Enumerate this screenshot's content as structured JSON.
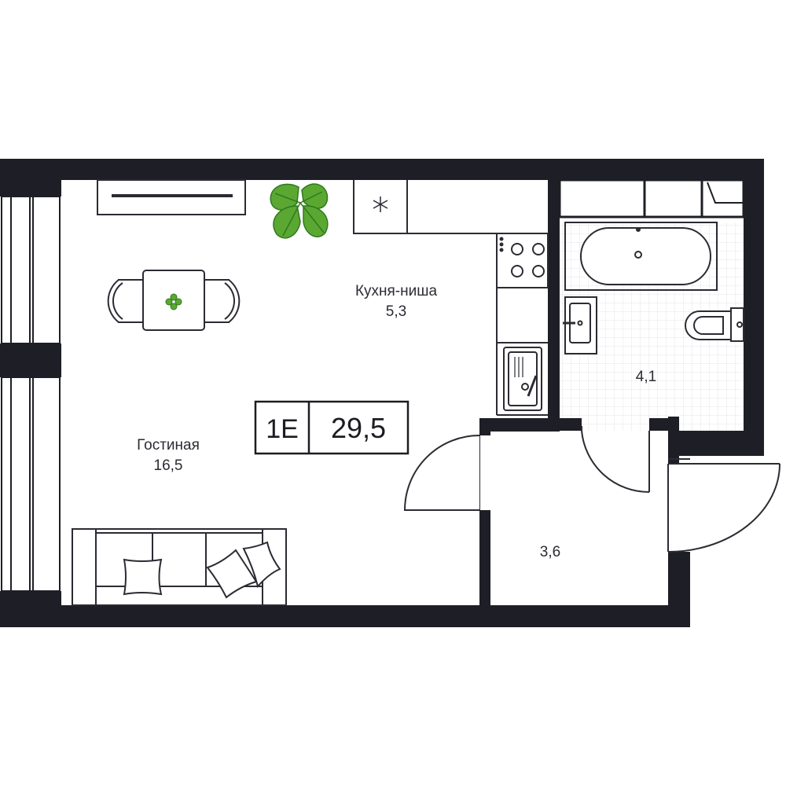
{
  "apartment": {
    "type_code": "1E",
    "total_area": "29,5"
  },
  "rooms": {
    "living": {
      "name": "Гостиная",
      "area": "16,5"
    },
    "kitchen": {
      "name": "Кухня-ниша",
      "area": "5,3"
    },
    "bathroom": {
      "name": "",
      "area": "4,1"
    },
    "hallway": {
      "name": "",
      "area": "3,6"
    }
  },
  "colors": {
    "wall": "#1e1f26",
    "plant": "#5aa832",
    "plant_dark": "#2f7a1c",
    "line": "#2b2b33",
    "tile_grid": "#e4e6ea"
  }
}
